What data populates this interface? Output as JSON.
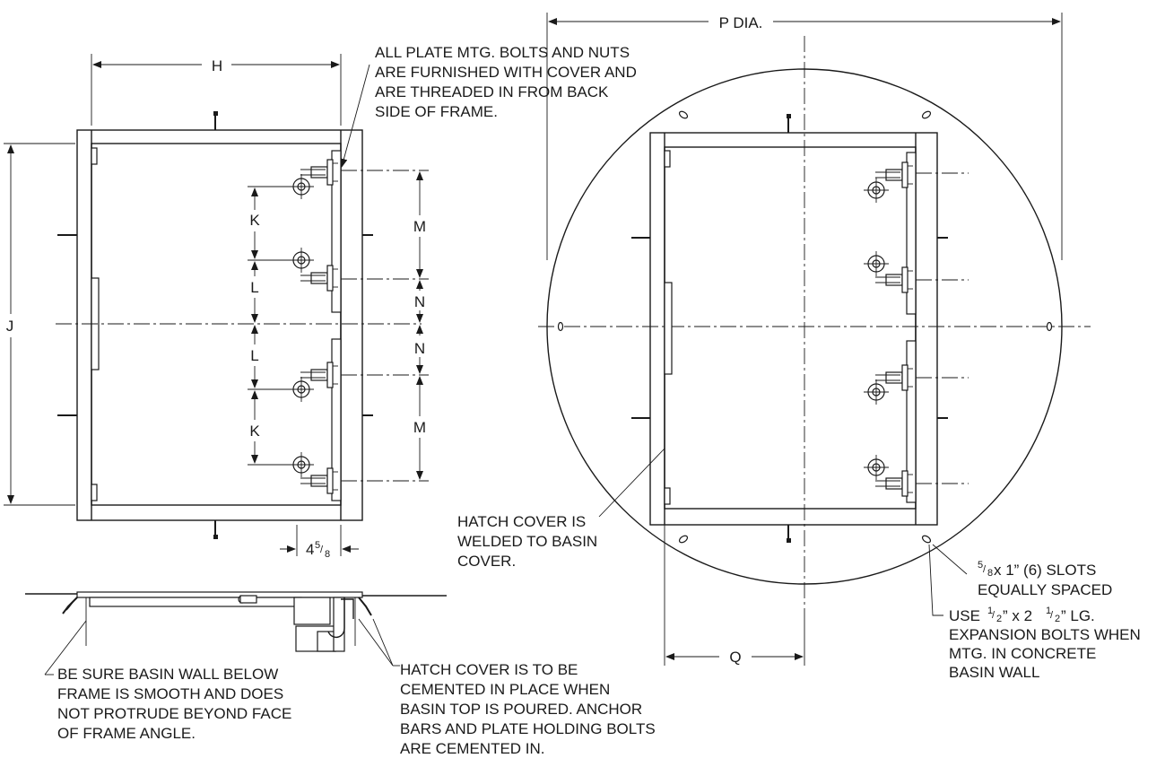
{
  "dimensions": {
    "H": "H",
    "J": "J",
    "K": "K",
    "L": "L",
    "M": "M",
    "N": "N",
    "P_dia": "P DIA.",
    "Q": "Q",
    "offset_whole": "4",
    "offset_num": "5",
    "offset_den": "8"
  },
  "notes": {
    "bolts": [
      "ALL PLATE MTG. BOLTS AND NUTS",
      "ARE FURNISHED WITH COVER AND",
      "ARE THREADED IN FROM BACK",
      "SIDE OF FRAME."
    ],
    "welded": [
      "HATCH COVER IS",
      "WELDED TO BASIN",
      "COVER."
    ],
    "slots": {
      "num": "5",
      "den": "8",
      "rest": " x 1” (6) SLOTS",
      "line2": "EQUALLY SPACED"
    },
    "expansion": {
      "prefix": "USE ",
      "a_num": "1",
      "a_den": "2",
      "mid": "” x 2",
      "b_num": "1",
      "b_den": "2",
      "suffix": "” LG.",
      "lines": [
        "EXPANSION BOLTS WHEN",
        "MTG. IN CONCRETE",
        "BASIN WALL"
      ]
    },
    "basin_wall": [
      "BE SURE BASIN WALL BELOW",
      "FRAME IS SMOOTH AND DOES",
      "NOT PROTRUDE BEYOND FACE",
      "OF FRAME ANGLE."
    ],
    "cemented": [
      "HATCH COVER IS TO BE",
      "CEMENTED IN PLACE WHEN",
      "BASIN TOP IS POURED. ANCHOR",
      "BARS AND PLATE HOLDING BOLTS",
      "ARE CEMENTED IN."
    ]
  }
}
